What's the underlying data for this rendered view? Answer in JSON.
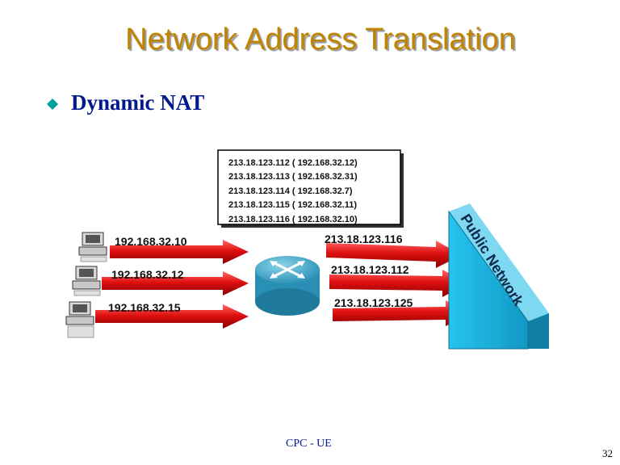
{
  "slide": {
    "title": "Network Address Translation",
    "bullet": "Dynamic NAT",
    "footer": "CPC - UE",
    "page_number": "32"
  },
  "diagram": {
    "nat_table": [
      "213.18.123.112 ( 192.168.32.12)",
      "213.18.123.113 ( 192.168.32.31)",
      "213.18.123.114 ( 192.168.32.7)",
      "213.18.123.115 ( 192.168.32.11)",
      "213.18.123.116 ( 192.168.32.10)"
    ],
    "inside_addresses": [
      "192.168.32.10",
      "192.168.32.12",
      "192.168.32.15"
    ],
    "outside_addresses": [
      "213.18.123.116",
      "213.18.123.112",
      "213.18.123.125"
    ],
    "public_network_label": "Public Network"
  },
  "colors": {
    "title": "#c08400",
    "bullet_text": "#00198c",
    "bullet_icon": "#00a0a0",
    "arrow": "#e01010",
    "router": "#3aa6c8",
    "public_network": "#1fb4e0"
  }
}
